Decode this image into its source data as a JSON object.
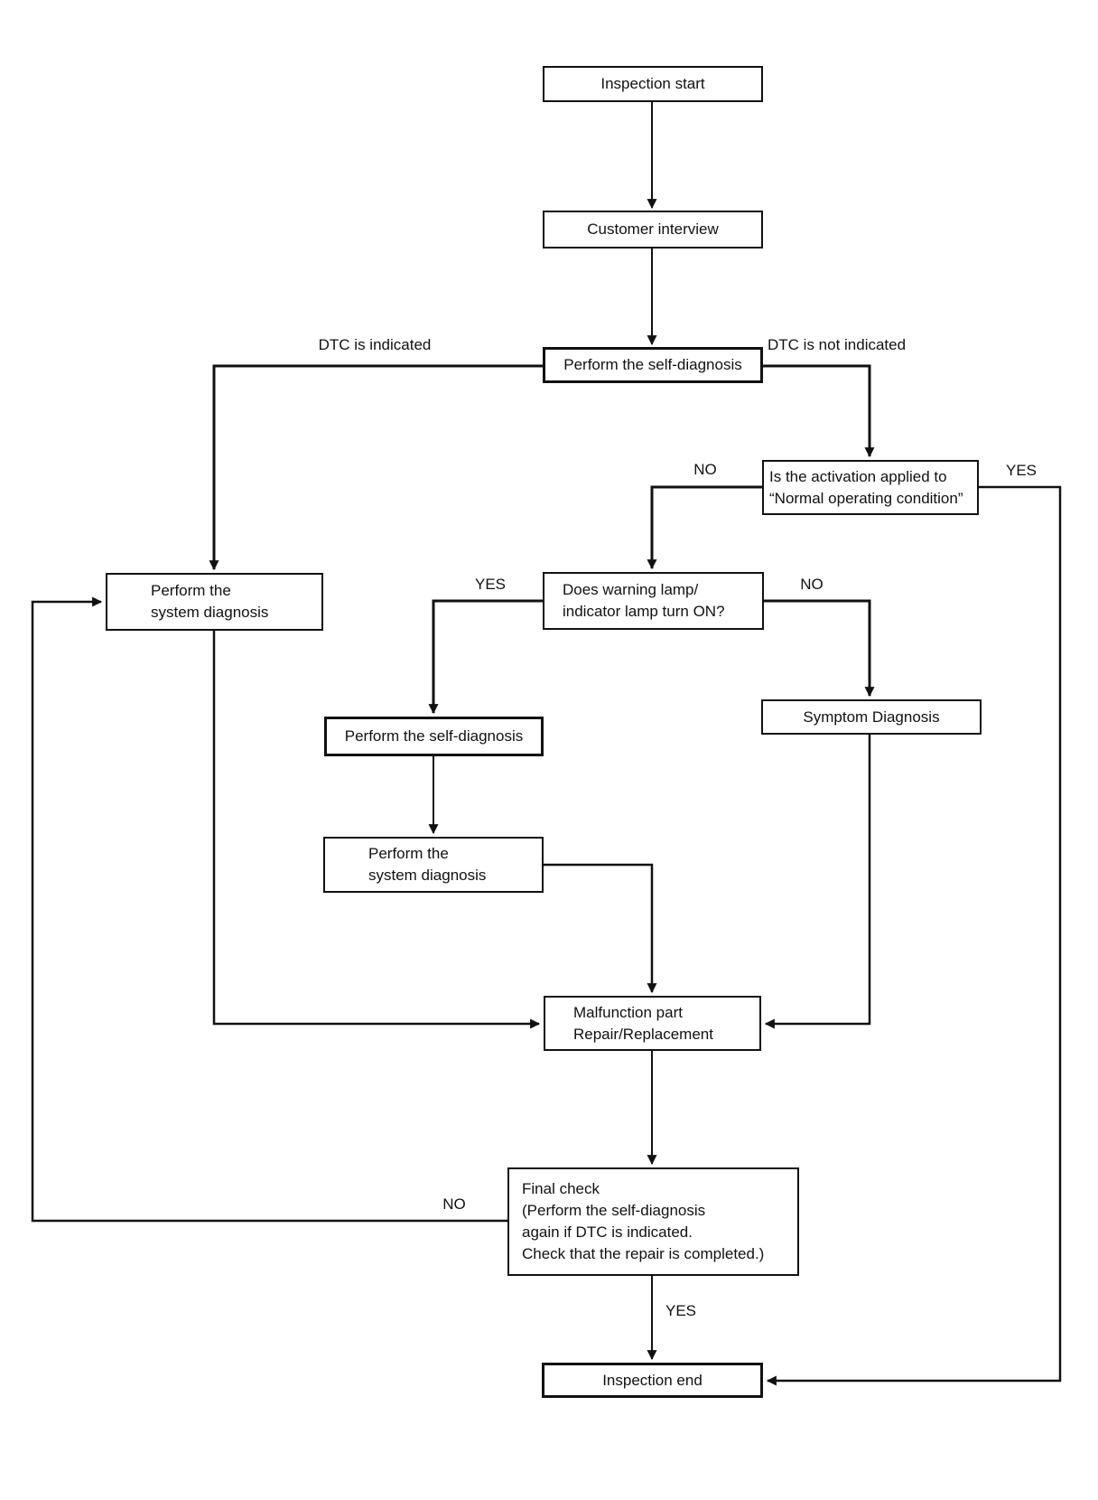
{
  "diagram": {
    "nodes": {
      "inspection_start": {
        "lines": [
          "Inspection start"
        ]
      },
      "customer_interview": {
        "lines": [
          "Customer interview"
        ]
      },
      "self_diagnosis_1": {
        "lines": [
          "Perform the self-diagnosis"
        ]
      },
      "activation_check": {
        "lines": [
          "Is the activation applied to",
          "“Normal operating condition”"
        ]
      },
      "system_diagnosis_left": {
        "lines": [
          "Perform the",
          "system diagnosis"
        ]
      },
      "warning_lamp_check": {
        "lines": [
          "Does warning lamp/",
          "indicator lamp turn ON?"
        ]
      },
      "symptom_diagnosis": {
        "lines": [
          "Symptom Diagnosis"
        ]
      },
      "self_diagnosis_2": {
        "lines": [
          "Perform the self-diagnosis"
        ]
      },
      "system_diagnosis_2": {
        "lines": [
          "Perform the",
          "system diagnosis"
        ]
      },
      "malfunction_repair": {
        "lines": [
          "Malfunction part",
          "Repair/Replacement"
        ]
      },
      "final_check": {
        "lines": [
          "Final check",
          "(Perform the self-diagnosis",
          "again if DTC is indicated.",
          "Check that the repair is completed.)"
        ]
      },
      "inspection_end": {
        "lines": [
          "Inspection end"
        ]
      }
    },
    "edge_labels": {
      "dtc_indicated": "DTC is indicated",
      "dtc_not_indicated": "DTC is not indicated",
      "activation_no": "NO",
      "activation_yes": "YES",
      "warning_yes": "YES",
      "warning_no": "NO",
      "final_no": "NO",
      "final_yes": "YES"
    },
    "colors": {
      "line": "#111111",
      "box_background": "#ffffff",
      "text": "#111111"
    }
  }
}
